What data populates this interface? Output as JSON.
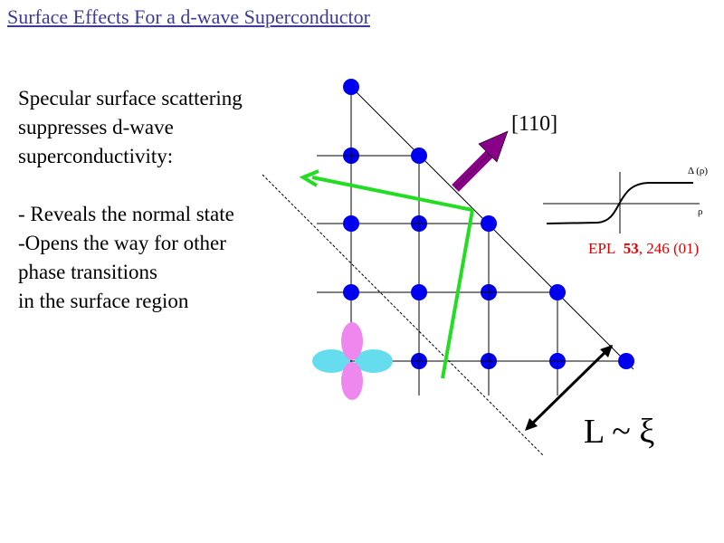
{
  "slide": {
    "title": "Surface Effects For a d-wave Superconductor",
    "body_lines": [
      "Specular surface scattering",
      "suppresses d-wave",
      "superconductivity:",
      "",
      "- Reveals the normal state",
      "-Opens the way for other",
      "phase transitions",
      "in the surface region"
    ]
  },
  "diagram": {
    "direction_label": "[110]",
    "length_label": "L ~ ξ",
    "reference": {
      "journal": "EPL",
      "volume": "53",
      "rest": ", 246 (01)"
    },
    "inset": {
      "y_label": "Δ (ρ)",
      "x_label": "ρ"
    },
    "colors": {
      "title": "#3b3b9c",
      "lattice_site": "#0000ee",
      "trajectory": "#22dd22",
      "arrow_110": "#880088",
      "orbital_cyan": "#66ddee",
      "orbital_pink": "#ee88ee",
      "reference": "#e00000"
    }
  }
}
